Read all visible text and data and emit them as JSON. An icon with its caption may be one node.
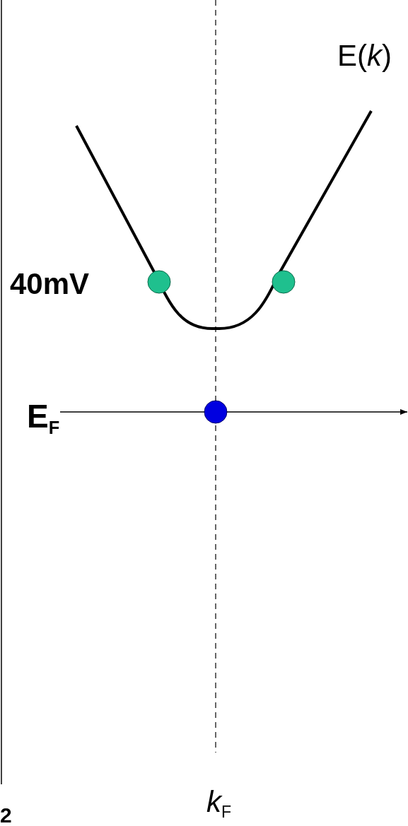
{
  "diagram": {
    "labels": [
      "E(*k*)",
      "40mV",
      "E$_{F}$",
      "2",
      "*k*$_{F}$"
    ]
  }
}
